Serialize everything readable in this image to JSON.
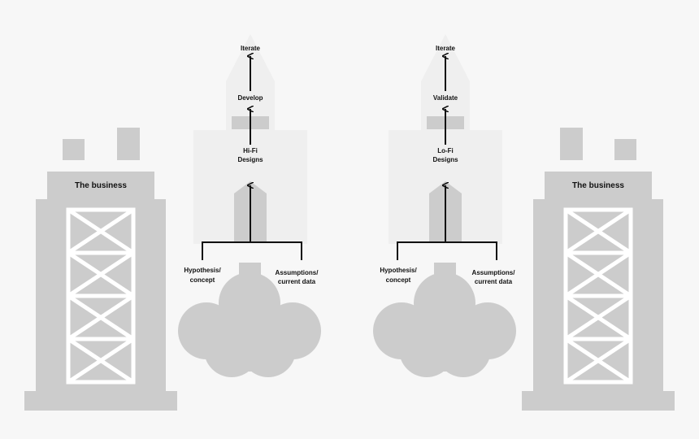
{
  "colors": {
    "background": "#f7f7f7",
    "shape_gray": "#cccccc",
    "ghost_gray": "#efefef",
    "line": "#111111",
    "text": "#111111"
  },
  "left_tower": {
    "label": "The business"
  },
  "right_tower": {
    "label": "The business"
  },
  "left_flow": {
    "steps": [
      "Iterate",
      "Develop",
      "Hi-Fi",
      "Designs"
    ],
    "inputs": {
      "left": [
        "Hypothesis/",
        "concept"
      ],
      "right": [
        "Assumptions/",
        "current data"
      ]
    }
  },
  "right_flow": {
    "steps": [
      "Iterate",
      "Validate",
      "Lo-Fi",
      "Designs"
    ],
    "inputs": {
      "left": [
        "Hypothesis/",
        "concept"
      ],
      "right": [
        "Assumptions/",
        "current data"
      ]
    }
  }
}
